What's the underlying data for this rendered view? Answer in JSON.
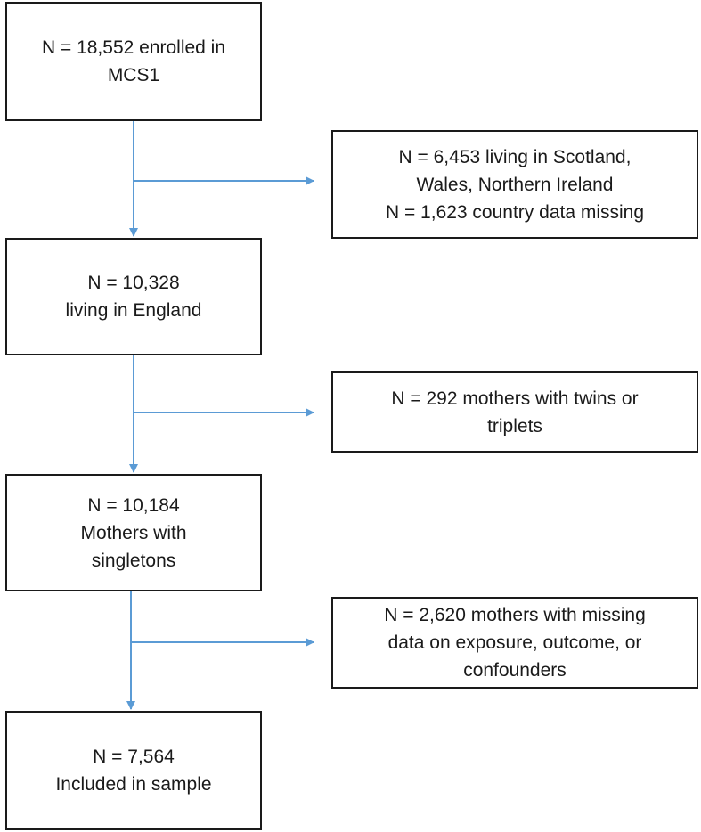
{
  "boxes": {
    "enrolled": {
      "lines": [
        "N = 18,552 enrolled in",
        "MCS1"
      ]
    },
    "excluded_country": {
      "lines": [
        "N = 6,453 living in Scotland,",
        "Wales, Northern Ireland",
        "N = 1,623 country data missing"
      ]
    },
    "england": {
      "lines": [
        "N = 10,328",
        "living in England"
      ]
    },
    "excluded_twins": {
      "lines": [
        "N = 292 mothers with twins or",
        "triplets"
      ]
    },
    "singletons": {
      "lines": [
        "N = 10,184",
        "Mothers with",
        "singletons"
      ]
    },
    "excluded_missing": {
      "lines": [
        "N = 2,620 mothers with missing",
        "data on exposure, outcome, or",
        "confounders"
      ]
    },
    "included": {
      "lines": [
        "N = 7,564",
        "Included in sample"
      ]
    }
  },
  "colors": {
    "arrow": "#5b9bd5",
    "border": "#1a1a1a",
    "text": "#1a1a1a"
  }
}
